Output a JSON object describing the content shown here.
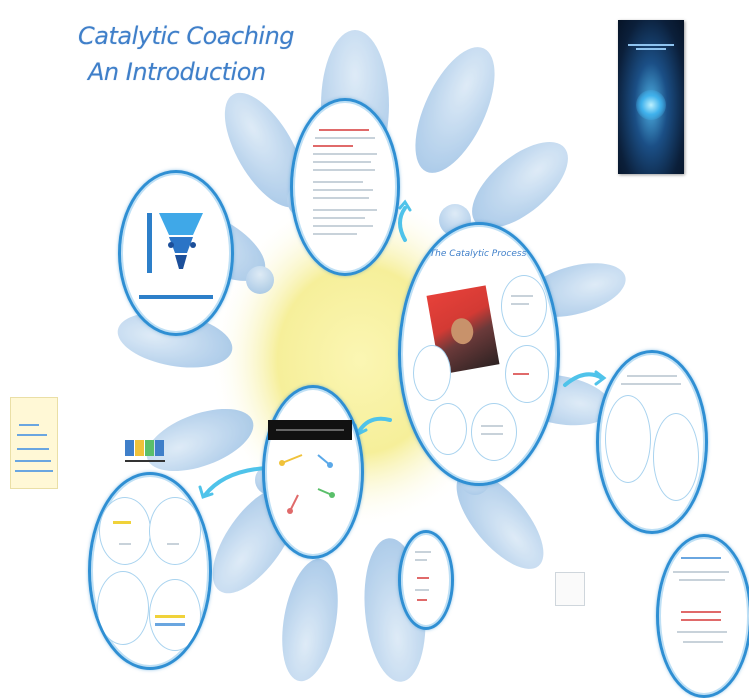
{
  "presentation": {
    "title_line1": "Catalytic Coaching",
    "title_line2": "An Introduction"
  },
  "center_frame": {
    "heading": "The Catalytic Process"
  },
  "colors": {
    "accent_blue": "#2f8fd3",
    "title_blue": "#3f7fc9",
    "flower_blue": "#9fc3e6",
    "flower_yellow": "#f5ec8a",
    "arrow_cyan": "#4fc3ea"
  },
  "icons": {
    "book": "book-cover-icon",
    "arrow": "curved-arrow-icon",
    "funnel": "funnel-icon"
  }
}
